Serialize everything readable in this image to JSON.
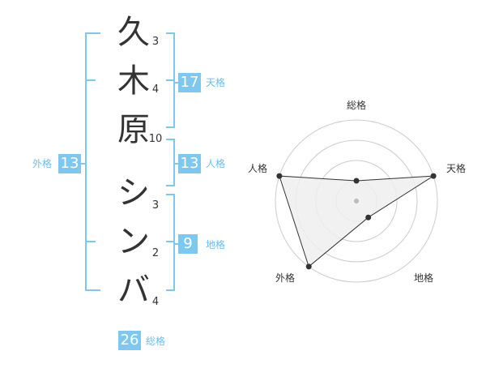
{
  "name": {
    "chars": [
      "久",
      "木",
      "原",
      "シ",
      "ン",
      "バ"
    ],
    "strokes": [
      "3",
      "4",
      "10",
      "3",
      "2",
      "4"
    ]
  },
  "fortune": {
    "tenkaku": {
      "value": "17",
      "label": "天格"
    },
    "jinkaku": {
      "value": "13",
      "label": "人格"
    },
    "chikaku": {
      "value": "9",
      "label": "地格"
    },
    "gaikaku": {
      "value": "13",
      "label": "外格"
    },
    "soukaku": {
      "value": "26",
      "label": "総格"
    }
  },
  "chart_data": {
    "type": "radar",
    "axes": [
      "総格",
      "天格",
      "地格",
      "外格",
      "人格"
    ],
    "values": [
      1,
      4,
      1,
      4,
      4
    ],
    "range": [
      0,
      4
    ],
    "rings": 4,
    "grid": true,
    "colors": {
      "fill": "#efefef",
      "line": "#333333",
      "ring": "#cccccc",
      "center": "#bbbbbb"
    }
  },
  "colors": {
    "accent": "#7ec8f0",
    "accent_text": "#6bbde9",
    "text": "#333333"
  }
}
